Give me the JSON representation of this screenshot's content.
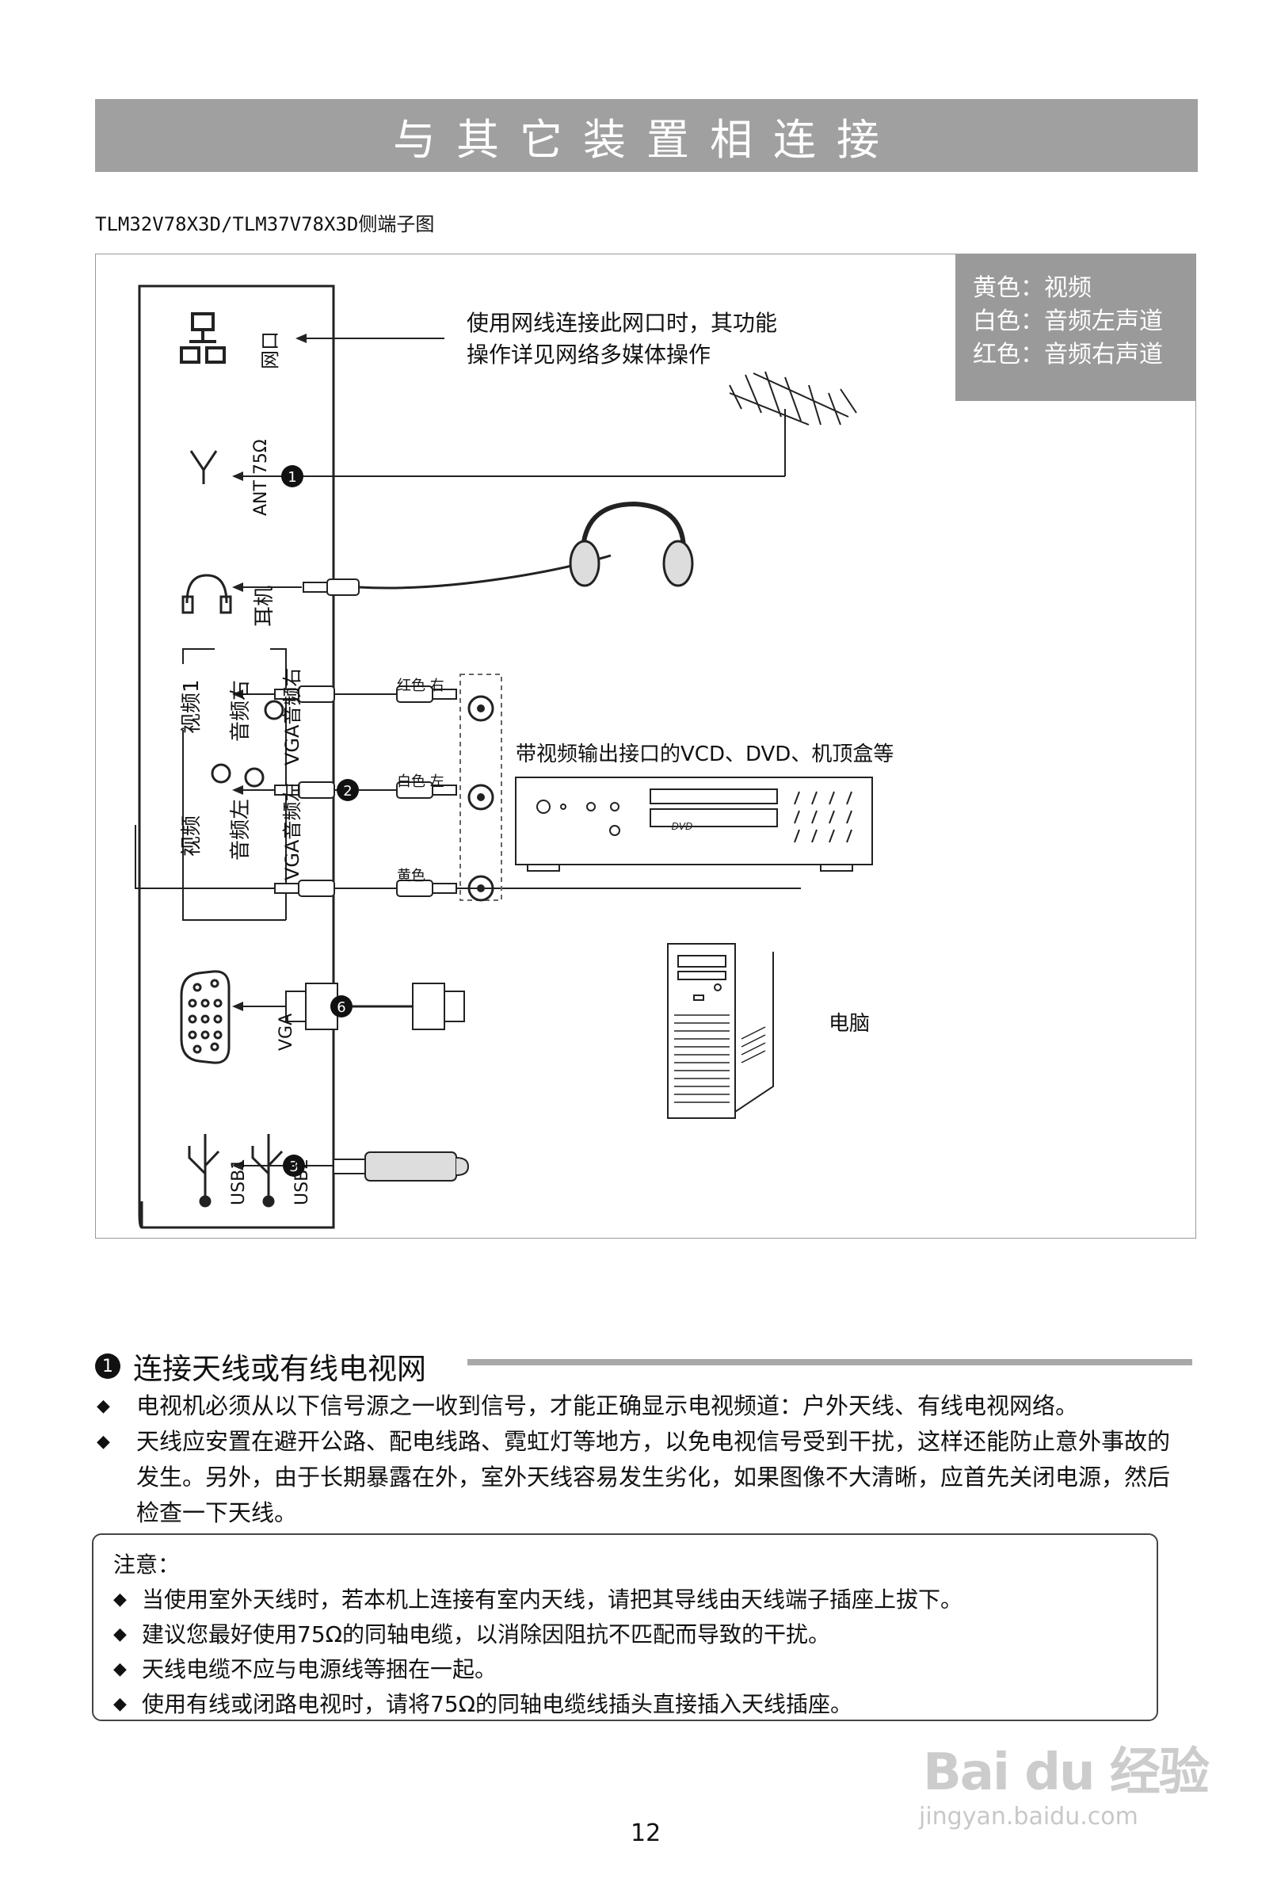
{
  "title": "与其它装置相连接",
  "model_caption": "TLM32V78X3D/TLM37V78X3D侧端子图",
  "legend": [
    "黄色：视频",
    "白色：音频左声道",
    "红色：音频右声道"
  ],
  "diagram": {
    "network_note_line1": "使用网线连接此网口时，其功能",
    "network_note_line2": "操作详见网络多媒体操作",
    "port_network": "网口",
    "port_ant": "ANT 75Ω",
    "port_earphone": "耳机",
    "port_video1": "视频1",
    "port_audio_right": "音频右",
    "port_vga_audio_right": "VGA音频右",
    "port_video": "视频",
    "port_audio_left": "音频左",
    "port_vga_audio_left": "VGA音频左",
    "port_vga": "VGA",
    "port_usb1": "USB1",
    "port_usb2": "USB2",
    "cable_red_right": "红色  右",
    "cable_white_left": "白色  左",
    "cable_yellow": "黄色",
    "device_dvd_caption": "带视频输出接口的VCD、DVD、机顶盒等",
    "dvd_logo": "DVD",
    "device_pc_caption": "电脑",
    "badge_1": "1",
    "badge_2": "2",
    "badge_6": "6",
    "badge_3": "3"
  },
  "section": {
    "number": "1",
    "title": "连接天线或有线电视网",
    "bullets": [
      "电视机必须从以下信号源之一收到信号，才能正确显示电视频道：户外天线、有线电视网络。",
      "天线应安置在避开公路、配电线路、霓虹灯等地方，以免电视信号受到干扰，这样还能防止意外事故的发生。另外，由于长期暴露在外，室外天线容易发生劣化，如果图像不大清晰，应首先关闭电源，然后检查一下天线。"
    ]
  },
  "note": {
    "heading": "注意：",
    "items": [
      "当使用室外天线时，若本机上连接有室内天线，请把其导线由天线端子插座上拔下。",
      "建议您最好使用75Ω的同轴电缆，以消除因阻抗不匹配而导致的干扰。",
      "天线电缆不应与电源线等捆在一起。",
      "使用有线或闭路电视时，请将75Ω的同轴电缆线插头直接插入天线插座。"
    ]
  },
  "page_number": "12",
  "watermark": "Bai du 经验",
  "watermark_url": "jingyan.baidu.com"
}
